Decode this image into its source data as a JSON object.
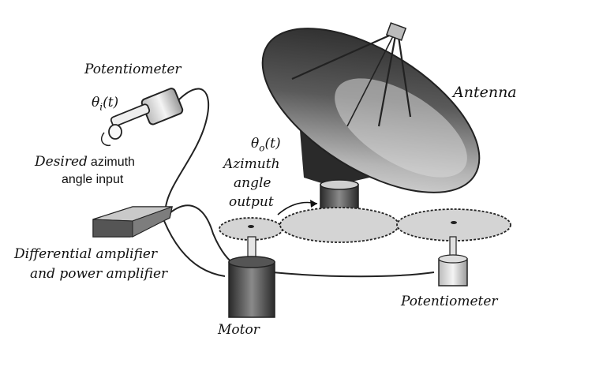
{
  "labels": {
    "pot_top": "Potentiometer",
    "theta_i": "θ",
    "theta_i_sub": "i",
    "theta_i_arg": "(t)",
    "desired_word": "Desired",
    "azimuth_word": "azimuth",
    "angle_input": "angle input",
    "diff_amp_line1": "Differential amplifier",
    "diff_amp_line2": "and power amplifier",
    "motor": "Motor",
    "theta_o": "θ",
    "theta_o_sub": "o",
    "theta_o_arg": "(t)",
    "azimuth_out": "Azimuth",
    "angle_out": "angle",
    "output_out": "output",
    "antenna": "Antenna",
    "pot_bottom": "Potentiometer"
  },
  "colors": {
    "ink": "#111111",
    "dish_dark": "#3a3a3a",
    "dish_light": "#d9d9d9",
    "gear": "#cfcfcf",
    "box": "#6e6e6e"
  }
}
